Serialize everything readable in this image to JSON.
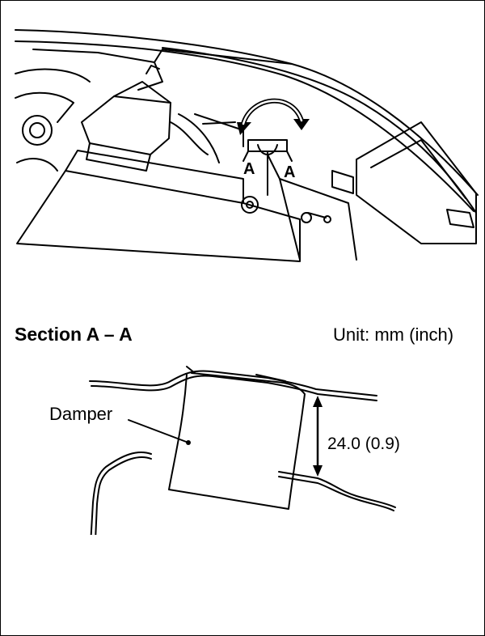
{
  "section_title": "Section A – A",
  "unit_label": "Unit: mm (inch)",
  "damper_label": "Damper",
  "dimension_label": "24.0 (0.9)",
  "section_markers": [
    "A",
    "A"
  ]
}
